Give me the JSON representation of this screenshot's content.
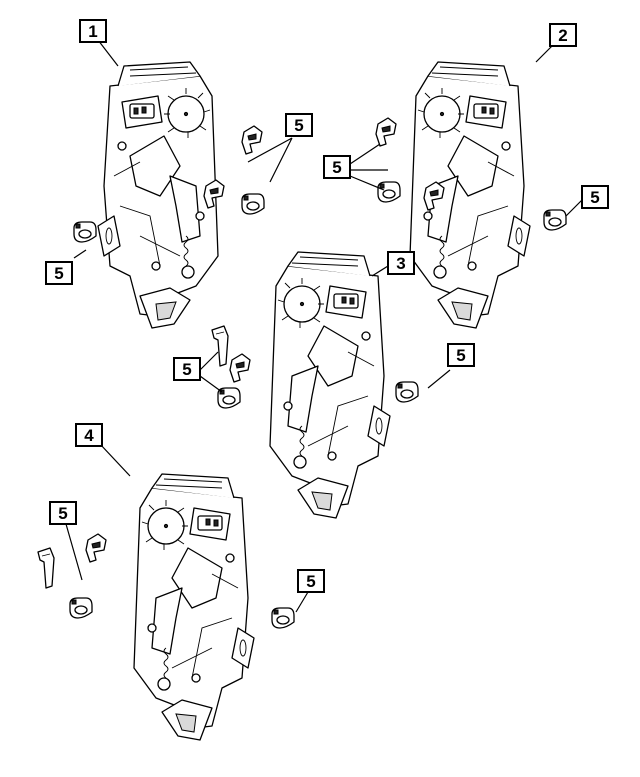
{
  "callouts": {
    "c1": "1",
    "c2": "2",
    "c3": "3",
    "c4": "4",
    "c5a": "5",
    "c5b": "5",
    "c5c": "5",
    "c5d": "5",
    "c5e": "5",
    "c5f": "5",
    "c5g": "5",
    "c5h": "5"
  },
  "colors": {
    "ink": "#000000",
    "paper": "#ffffff"
  }
}
